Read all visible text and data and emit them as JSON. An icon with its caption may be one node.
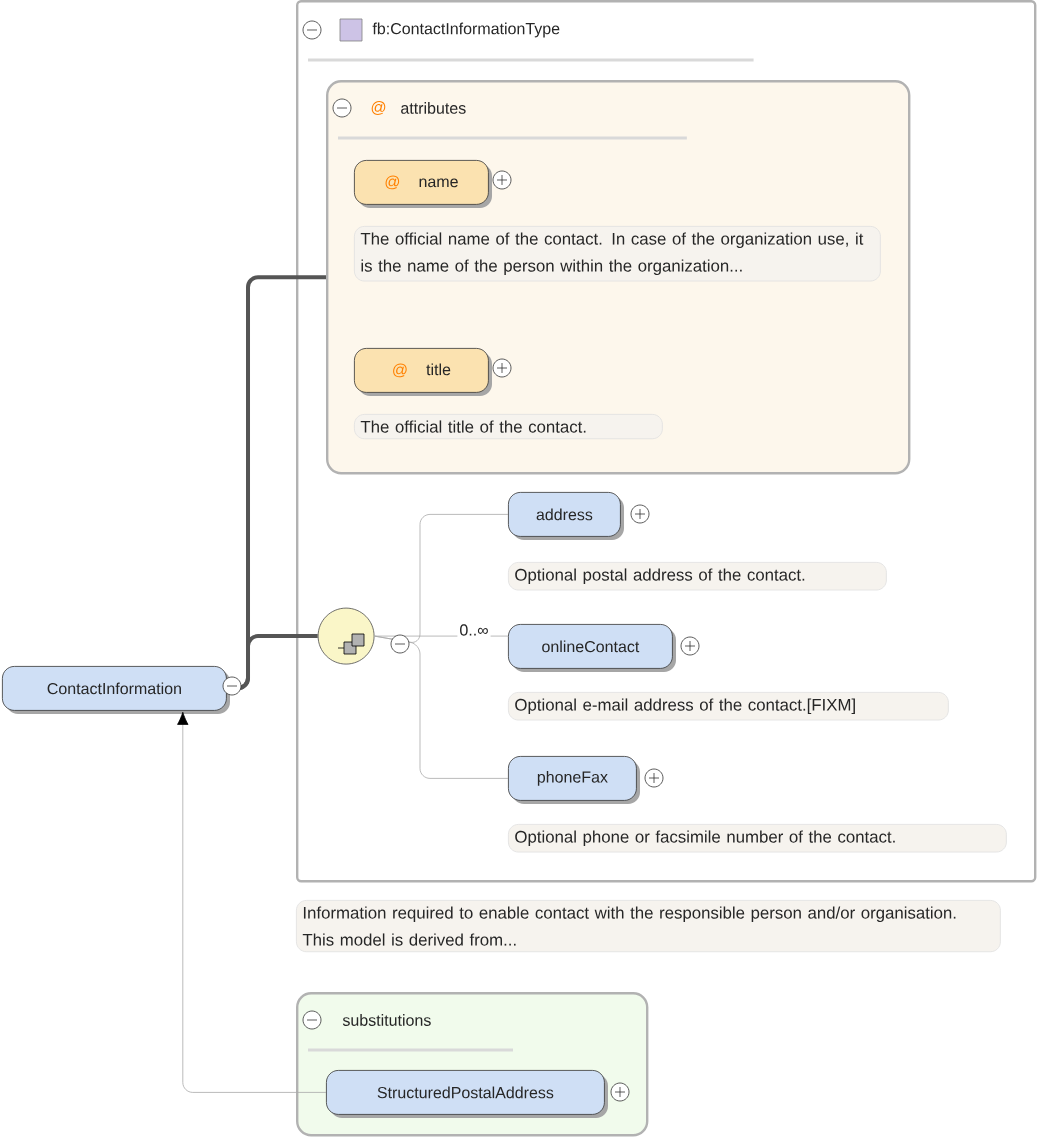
{
  "diagram": {
    "nodes": [
      {
        "text": [
          "ContactInformation"
        ]
      },
      {
        "text": [
          "fb:ContactInformationType"
        ],
        "beside": [
          "Information required to enable contact with the responsible person and/or organisation. This model is derived from..."
        ]
      },
      {
        "text": [
          "@",
          "attributes"
        ],
        "in": 1
      },
      {
        "text": [
          "@",
          "name"
        ],
        "in": 2,
        "beside": [
          "The official name of the contact. In case of the organization use, it is the name of the person within the organization..."
        ]
      },
      {
        "text": [
          "@",
          "title"
        ],
        "in": 2,
        "beside": [
          "The official title of the contact."
        ]
      },
      {
        "text": [],
        "shape": "circle",
        "in": 1
      },
      {
        "text": [
          "address"
        ],
        "in": 1,
        "beside": [
          "Optional postal address of the contact."
        ]
      },
      {
        "text": [
          "onlineContact"
        ],
        "in": 1,
        "beside": [
          "Optional e-mail address of the contact.[FIXM]"
        ]
      },
      {
        "text": [
          "phoneFax"
        ],
        "in": 1,
        "beside": [
          "Optional phone or facsimile number of the contact."
        ]
      },
      {
        "text": [
          "substitutions"
        ]
      },
      {
        "text": [
          "StructuredPostalAddress"
        ],
        "in": 9
      }
    ],
    "edges": [
      {
        "from": 0,
        "to": 2,
        "arrow": "none",
        "style": "thick",
        "color": "#555555"
      },
      {
        "from": 0,
        "to": 5,
        "arrow": "none",
        "style": "thick",
        "color": "#555555"
      },
      {
        "from": 5,
        "to": 6,
        "arrow": "none"
      },
      {
        "from": 5,
        "to": 7,
        "arrow": "none",
        "label": "0..∞"
      },
      {
        "from": 5,
        "to": 8,
        "arrow": "none"
      },
      {
        "from": 10,
        "to": 0,
        "arrow": "to"
      }
    ]
  }
}
